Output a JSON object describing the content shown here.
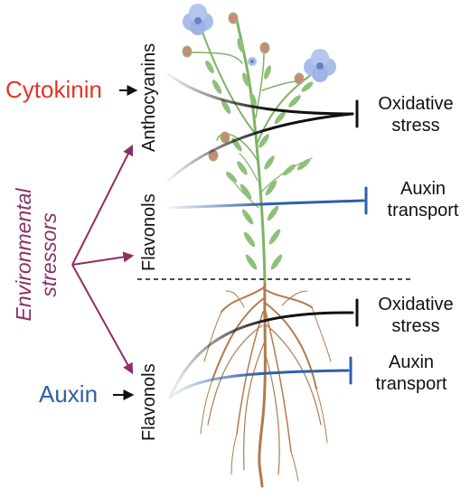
{
  "colors": {
    "cytokinin": "#e53326",
    "auxin": "#2e5fa8",
    "stressors": "#8a2f66",
    "inhibition_blue": "#2e5fa8",
    "inhibition_black": "#111111",
    "stem": "#7fb266",
    "root": "#b07a4f",
    "flower": "#9fb3e6",
    "bud": "#c98a7a"
  },
  "labels": {
    "cytokinin": "Cytokinin",
    "auxin": "Auxin",
    "environmental_stressors_line1": "Environmental",
    "environmental_stressors_line2": "stressors",
    "anthocyanins": "Anthocyanins",
    "flavonols_shoot": "Flavonols",
    "flavonols_root": "Flavonols",
    "oxidative_stress_shoot_line1": "Oxidative",
    "oxidative_stress_shoot_line2": "stress",
    "auxin_transport_shoot_line1": "Auxin",
    "auxin_transport_shoot_line2": "transport",
    "oxidative_stress_root_line1": "Oxidative",
    "oxidative_stress_root_line2": "stress",
    "auxin_transport_root_line1": "Auxin",
    "auxin_transport_root_line2": "transport"
  },
  "icons": [
    "flax-plant-illustration",
    "arrow-icon",
    "inhibition-bar-icon"
  ]
}
